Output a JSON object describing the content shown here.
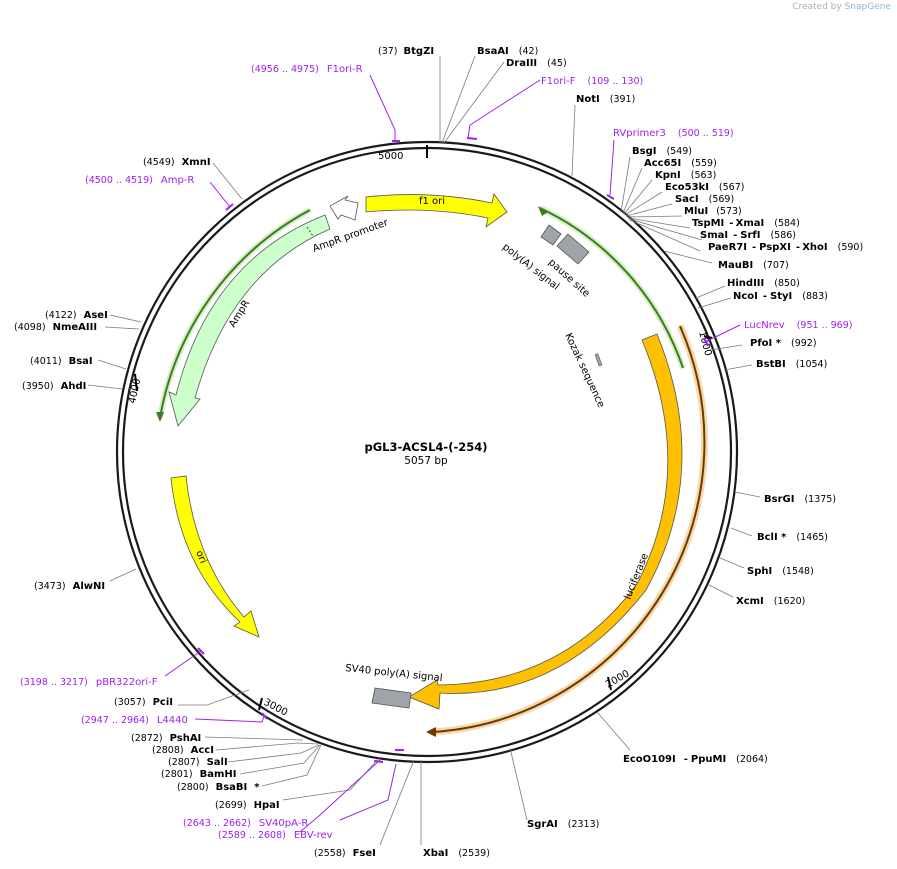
{
  "credit": {
    "prefix": "Created by",
    "brand": "SnapGene"
  },
  "plasmid": {
    "name": "pGL3-ACSL4-(-254)",
    "length": "5057 bp"
  },
  "ticks": [
    "5000",
    "1000",
    "2000",
    "3000",
    "4000"
  ],
  "features": [
    {
      "name": "f1 ori"
    },
    {
      "name": "AmpR promoter"
    },
    {
      "name": "AmpR"
    },
    {
      "name": "ori"
    },
    {
      "name": "luciferase"
    },
    {
      "name": "SV40 poly(A) signal"
    },
    {
      "name": "poly(A) signal"
    },
    {
      "name": "pause site"
    },
    {
      "name": "Kozak sequence"
    }
  ],
  "sites": [
    {
      "pos": "(37)",
      "name": "BtgZI"
    },
    {
      "name": "BsaAI",
      "pos": "(42)"
    },
    {
      "name": "DraIII",
      "pos": "(45)"
    },
    {
      "name": "NotI",
      "pos": "(391)"
    },
    {
      "name": "BsgI",
      "pos": "(549)"
    },
    {
      "name": "Acc65I",
      "pos": "(559)"
    },
    {
      "name": "KpnI",
      "pos": "(563)"
    },
    {
      "name": "Eco53kI",
      "pos": "(567)"
    },
    {
      "name": "SacI",
      "pos": "(569)"
    },
    {
      "name": "MluI",
      "pos": "(573)"
    },
    {
      "name": "TspMI",
      "sep": "-",
      "name2": "XmaI",
      "pos": "(584)"
    },
    {
      "name": "SmaI",
      "sep": "-",
      "name2": "SrfI",
      "pos": "(586)"
    },
    {
      "name": "PaeR7I",
      "sep": "-",
      "name2": "PspXI",
      "sep2": "-",
      "name3": "XhoI",
      "pos": "(590)"
    },
    {
      "name": "MauBI",
      "pos": "(707)"
    },
    {
      "name": "HindIII",
      "pos": "(850)"
    },
    {
      "name": "NcoI",
      "sep": "-",
      "name2": "StyI",
      "pos": "(883)"
    },
    {
      "name": "PfoI *",
      "pos": "(992)"
    },
    {
      "name": "BstBI",
      "pos": "(1054)"
    },
    {
      "name": "BsrGI",
      "pos": "(1375)"
    },
    {
      "name": "BclI *",
      "pos": "(1465)"
    },
    {
      "name": "SphI",
      "pos": "(1548)"
    },
    {
      "name": "XcmI",
      "pos": "(1620)"
    },
    {
      "name": "EcoO109I",
      "sep": "-",
      "name2": "PpuMI",
      "pos": "(2064)"
    },
    {
      "name": "SgrAI",
      "pos": "(2313)"
    },
    {
      "name": "XbaI",
      "pos": "(2539)"
    },
    {
      "pos": "(2558)",
      "name": "FseI"
    },
    {
      "pos": "(2699)",
      "name": "HpaI"
    },
    {
      "pos": "(2800)",
      "name": "BsaBI",
      "suffix": "*"
    },
    {
      "pos": "(2801)",
      "name": "BamHI"
    },
    {
      "pos": "(2807)",
      "name": "SalI"
    },
    {
      "pos": "(2808)",
      "name": "AccI"
    },
    {
      "pos": "(2872)",
      "name": "PshAI"
    },
    {
      "pos": "(3057)",
      "name": "PciI"
    },
    {
      "pos": "(3473)",
      "name": "AlwNI"
    },
    {
      "pos": "(3950)",
      "name": "AhdI"
    },
    {
      "pos": "(4011)",
      "name": "BsaI"
    },
    {
      "pos": "(4098)",
      "name": "NmeAIII"
    },
    {
      "pos": "(4122)",
      "name": "AseI"
    },
    {
      "pos": "(4549)",
      "name": "XmnI"
    }
  ],
  "primers": [
    {
      "range": "(4956 .. 4975)",
      "name": "F1ori-R"
    },
    {
      "name": "F1ori-F",
      "range": "(109 .. 130)"
    },
    {
      "name": "RVprimer3",
      "range": "(500 .. 519)"
    },
    {
      "name": "LucNrev",
      "range": "(951 .. 969)"
    },
    {
      "range": "(4500 .. 4519)",
      "name": "Amp-R"
    },
    {
      "range": "(3198 .. 3217)",
      "name": "pBR322ori-F"
    },
    {
      "range": "(2947 .. 2964)",
      "name": "L4440"
    },
    {
      "range": "(2643 .. 2662)",
      "name": "SV40pA-R"
    },
    {
      "range": "(2589 .. 2608)",
      "name": "EBV-rev"
    }
  ],
  "colors": {
    "backbone": "#1a1a1a",
    "ori_yellow": "#ffff00",
    "luciferase": "#ffc000",
    "ampr": "#ccffcc",
    "primer": "#a020f0",
    "gray_feature": "#a0a4aa",
    "orf_green": "#4a8a2a",
    "orf_orange": "#b06000"
  }
}
